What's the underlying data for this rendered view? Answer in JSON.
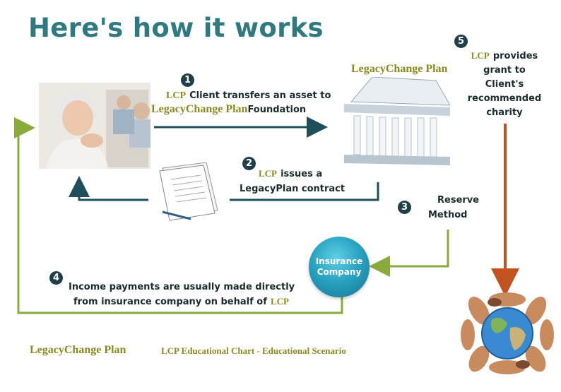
{
  "title": "Here's how it works",
  "steps": {
    "s1": {
      "num": "1",
      "brand": "LCP",
      "text_a": "Client transfers an asset to",
      "brand2": "LegacyChange Plan",
      "text_b": "Foundation"
    },
    "s2": {
      "num": "2",
      "brand": "LCP",
      "text_a": "issues a",
      "text_b": "LegacyPlan contract"
    },
    "s3": {
      "num": "3",
      "text_a": "Reserve",
      "text_b": "Method"
    },
    "s4": {
      "num": "4",
      "text_a": "Income payments are usually made directly",
      "text_b": "from insurance company on behalf of",
      "brand": "LCP"
    },
    "s5": {
      "num": "5",
      "brand": "LCP",
      "text_a": "provides",
      "text_b": "grant to",
      "text_c": "Client's",
      "text_d": "recommended",
      "text_e": "charity"
    }
  },
  "building_label": "LegacyChange Plan",
  "insurance": {
    "line1": "Insurance",
    "line2": "Company"
  },
  "footer": {
    "left": "LegacyChange Plan",
    "right": "LCP Educational Chart - Educational Scenario"
  },
  "colors": {
    "title": "#2e7a80",
    "olive": "#8a8a1e",
    "arrow_teal": "#1f4f5a",
    "arrow_green": "#8aaa3c",
    "arrow_orange": "#c2521e"
  }
}
